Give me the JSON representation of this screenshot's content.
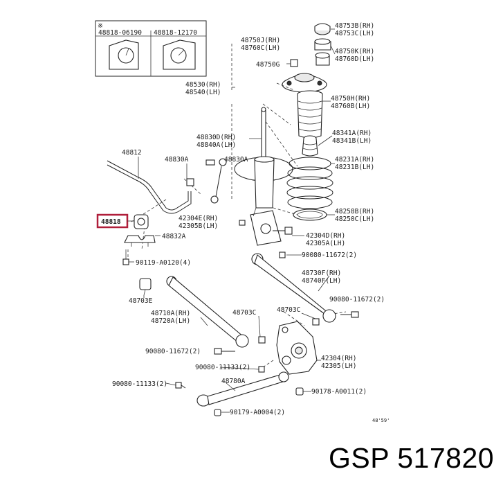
{
  "footer": {
    "brand_part": "GSP 517820"
  },
  "inset": {
    "ref1": "48818-06190",
    "ref2": "48818-12170",
    "tag": "※"
  },
  "highlight": {
    "part": "48818"
  },
  "labels": {
    "p48753B": "48753B(RH)",
    "p48753C": "48753C(LH)",
    "p48750K": "48750K(RH)",
    "p48760D": "48760D(LH)",
    "p48750J": "48750J(RH)",
    "p48760C": "48760C(LH)",
    "p48750G": "48750G",
    "p48530": "48530(RH)",
    "p48540": "48540(LH)",
    "p48750H": "48750H(RH)",
    "p48760B": "48760B(LH)",
    "p48830D": "48830D(RH)",
    "p48840A": "48840A(LH)",
    "p48341A": "48341A(RH)",
    "p48341B": "48341B(LH)",
    "p48812": "48812",
    "p48830A_1": "48830A",
    "p48830A_2": "48830A",
    "p48231A": "48231A(RH)",
    "p48231B": "48231B(LH)",
    "p42304E": "42304E(RH)",
    "p42305B": "42305B(LH)",
    "p48258B": "48258B(RH)",
    "p48250C": "48250C(LH)",
    "p48832A": "48832A",
    "p42304D": "42304D(RH)",
    "p42305A": "42305A(LH)",
    "p90119": "90119-A0120(4)",
    "p90080_1": "90080-11672(2)",
    "p48730F": "48730F(RH)",
    "p48740F": "48740F(LH)",
    "p48703E": "48703E",
    "p90080_2": "90080-11672(2)",
    "p48710A": "48710A(RH)",
    "p48720A": "48720A(LH)",
    "p48703C_1": "48703C",
    "p48703C_2": "48703C",
    "p90080_3": "90080-11672(2)",
    "p42304": "42304(RH)",
    "p42305": "42305(LH)",
    "p90080_4": "90080-11133(2)",
    "p48780A": "48780A",
    "p90080_5": "90080-11133(2)",
    "p90178": "90178-A0011(2)",
    "p90179": "90179-A0004(2)",
    "fig": "48'59'"
  }
}
